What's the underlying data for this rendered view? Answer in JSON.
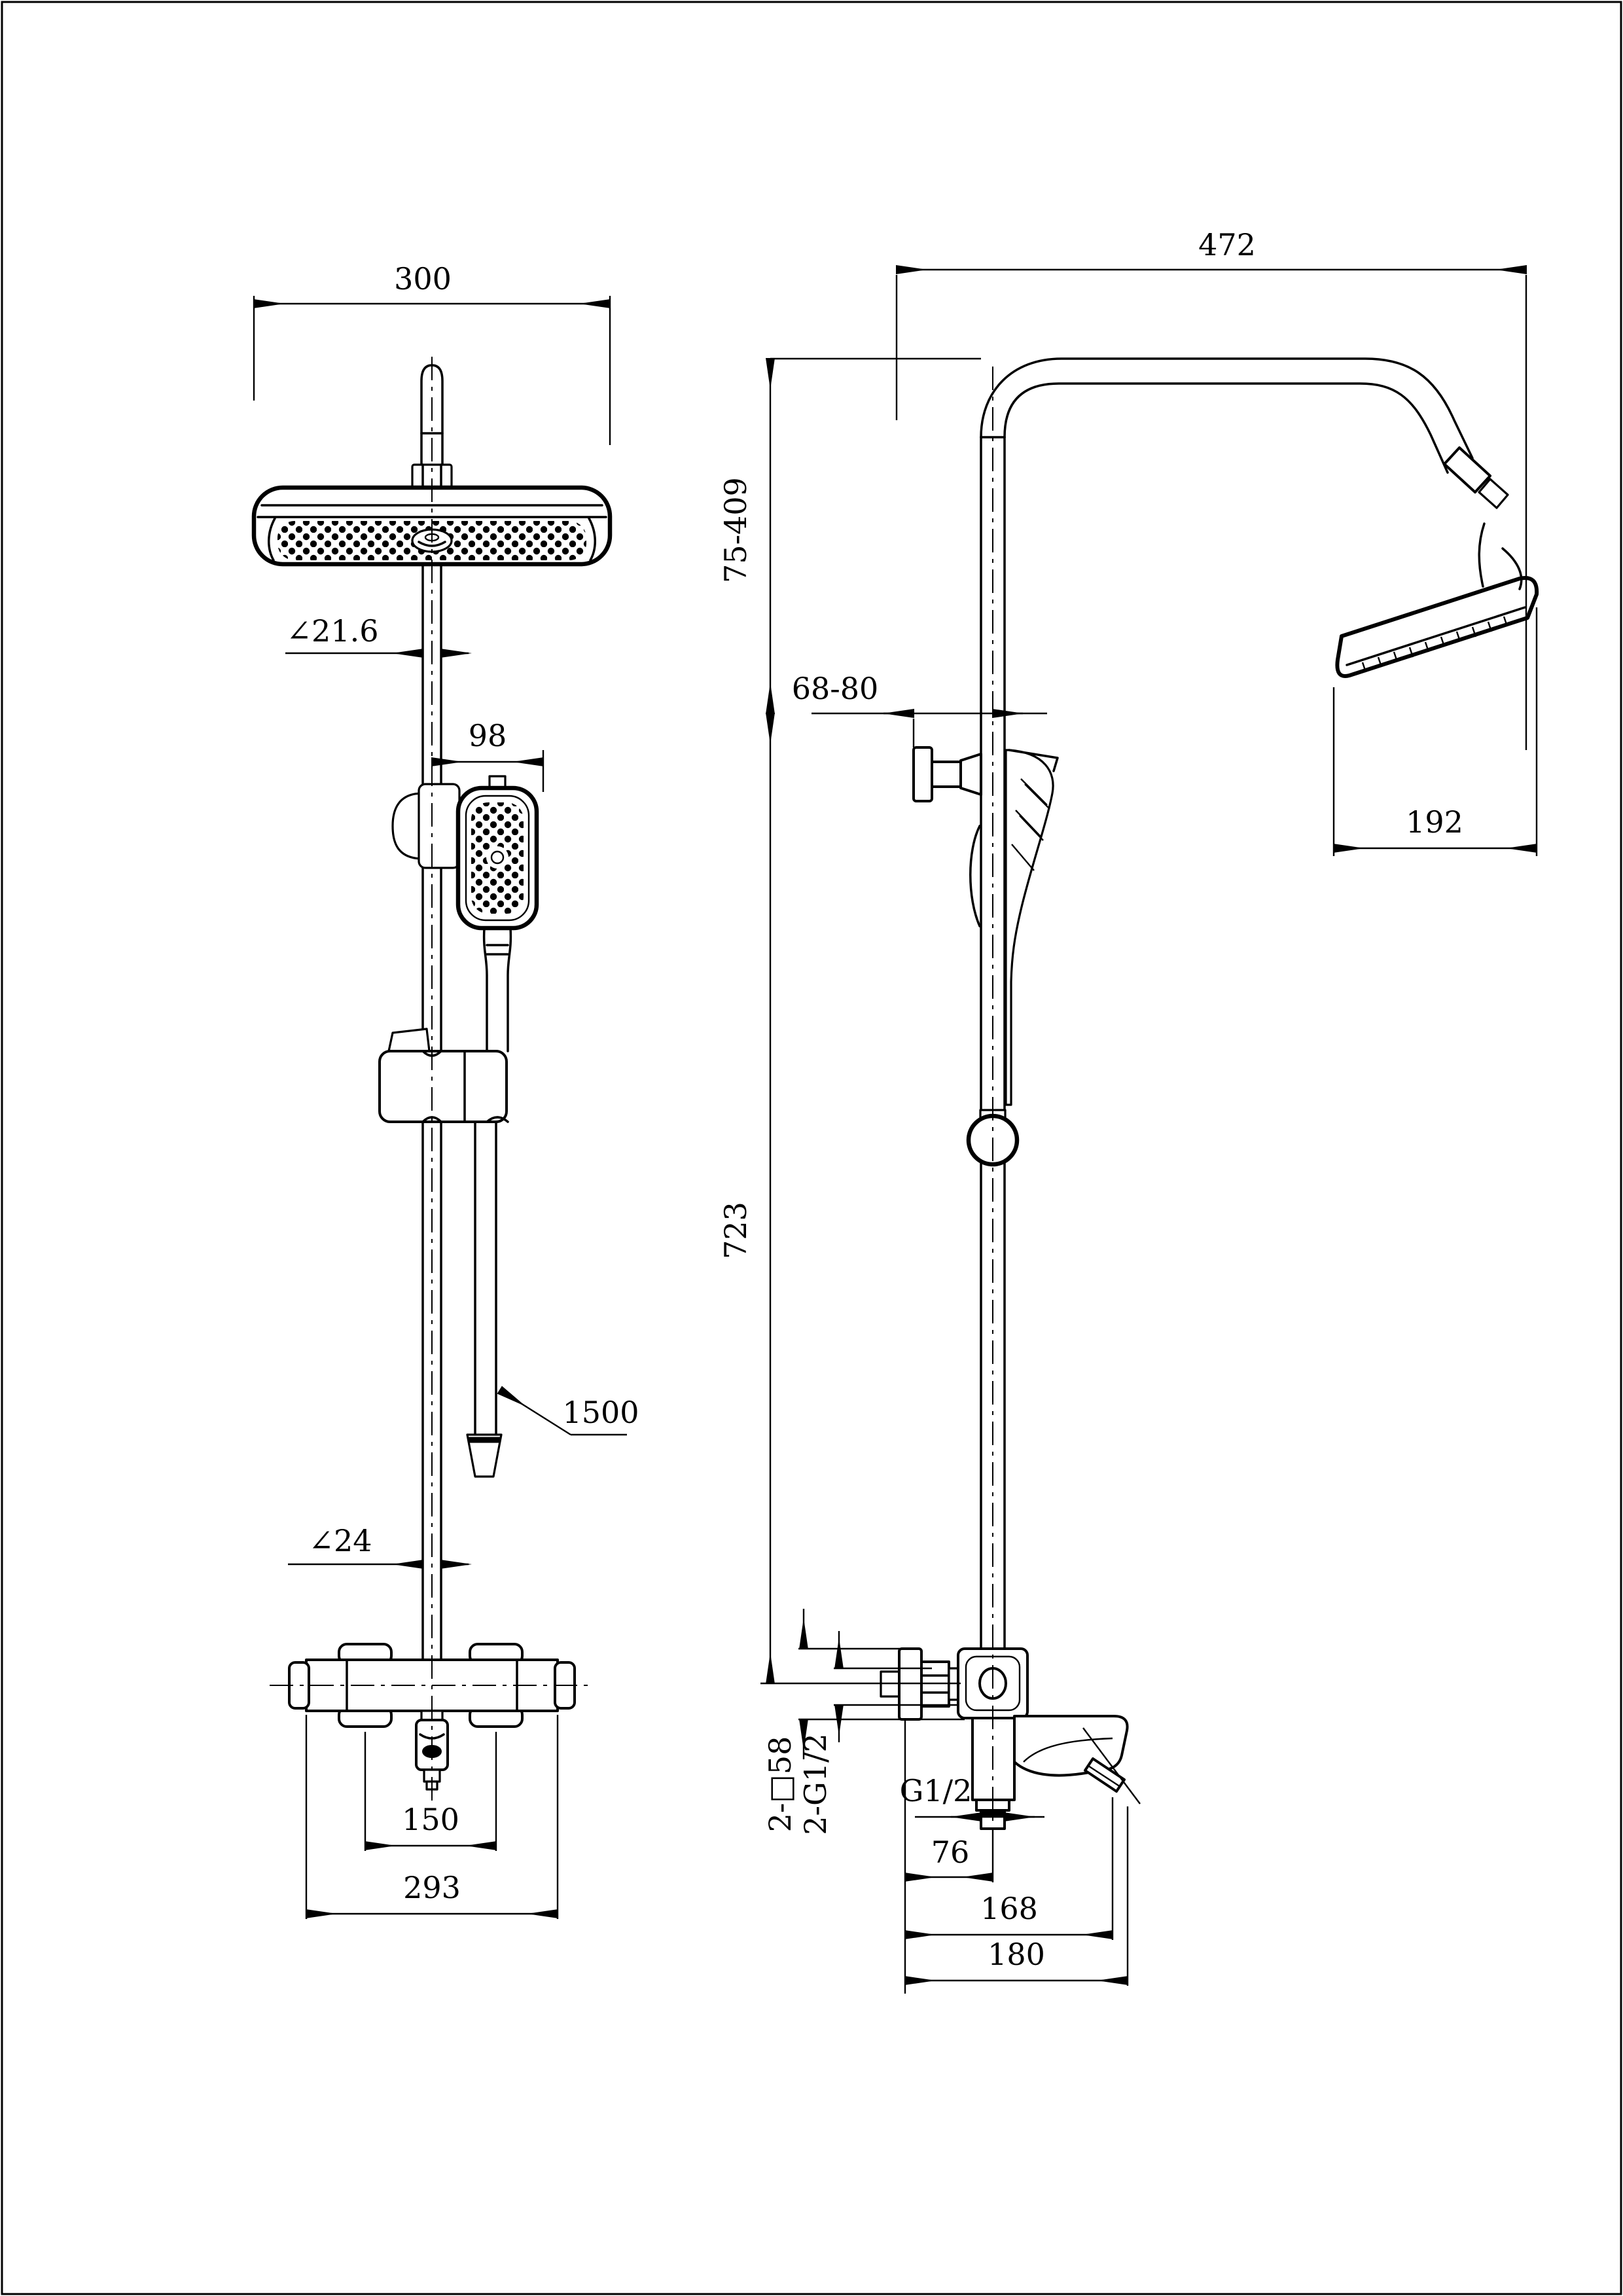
{
  "drawing": {
    "type": "technical-dimension-drawing",
    "subject": "thermostatic shower column with overhead shower, hand shower and bath spout",
    "views": {
      "front_view": "front elevation of shower column",
      "side_view": "side elevation of shower column"
    },
    "dimensions": {
      "head_width": "300",
      "pipe_diameter": "∠21.6",
      "handshower_offset": "98",
      "hose_length": "1500",
      "slidebar_diameter": "∠24",
      "inlet_spacing": "150",
      "valve_width": "293",
      "arm_reach": "472",
      "height_adjust_range": "75-409",
      "wall_clearance": "68-80",
      "head_diameter": "192",
      "column_height": "723",
      "escutcheon_square": "2-□58",
      "inlet_threads": "2-G1/2",
      "outlet_thread": "G1/2",
      "spout_outlet_offset": "76",
      "spout_reach": "168",
      "spout_total_reach": "180"
    }
  }
}
